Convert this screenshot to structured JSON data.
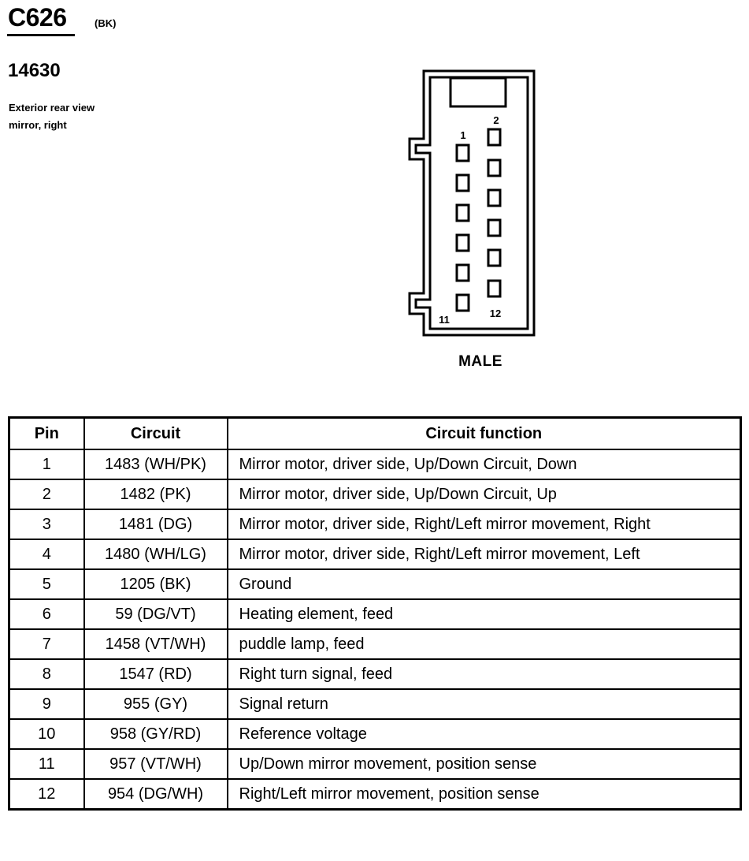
{
  "header": {
    "connector_id": "C626",
    "connector_color": "(BK)",
    "part_number": "14630",
    "description_line1": "Exterior rear view",
    "description_line2": "mirror, right"
  },
  "connector": {
    "pin_label_1": "1",
    "pin_label_2": "2",
    "pin_label_11": "11",
    "pin_label_12": "12",
    "gender": "MALE"
  },
  "table": {
    "headers": [
      "Pin",
      "Circuit",
      "Circuit function"
    ],
    "rows": [
      {
        "pin": "1",
        "circuit": "1483 (WH/PK)",
        "function": "Mirror motor, driver side, Up/Down Circuit, Down"
      },
      {
        "pin": "2",
        "circuit": "1482 (PK)",
        "function": "Mirror motor, driver side, Up/Down Circuit, Up"
      },
      {
        "pin": "3",
        "circuit": "1481 (DG)",
        "function": "Mirror motor, driver side, Right/Left mirror movement, Right"
      },
      {
        "pin": "4",
        "circuit": "1480 (WH/LG)",
        "function": "Mirror motor, driver side, Right/Left mirror movement, Left"
      },
      {
        "pin": "5",
        "circuit": "1205 (BK)",
        "function": "Ground"
      },
      {
        "pin": "6",
        "circuit": "59 (DG/VT)",
        "function": "Heating element, feed"
      },
      {
        "pin": "7",
        "circuit": "1458 (VT/WH)",
        "function": "puddle lamp, feed"
      },
      {
        "pin": "8",
        "circuit": "1547 (RD)",
        "function": "Right turn signal, feed"
      },
      {
        "pin": "9",
        "circuit": "955 (GY)",
        "function": "Signal return"
      },
      {
        "pin": "10",
        "circuit": "958 (GY/RD)",
        "function": "Reference voltage"
      },
      {
        "pin": "11",
        "circuit": "957 (VT/WH)",
        "function": "Up/Down mirror movement, position sense"
      },
      {
        "pin": "12",
        "circuit": "954 (DG/WH)",
        "function": "Right/Left mirror movement, position sense"
      }
    ]
  }
}
